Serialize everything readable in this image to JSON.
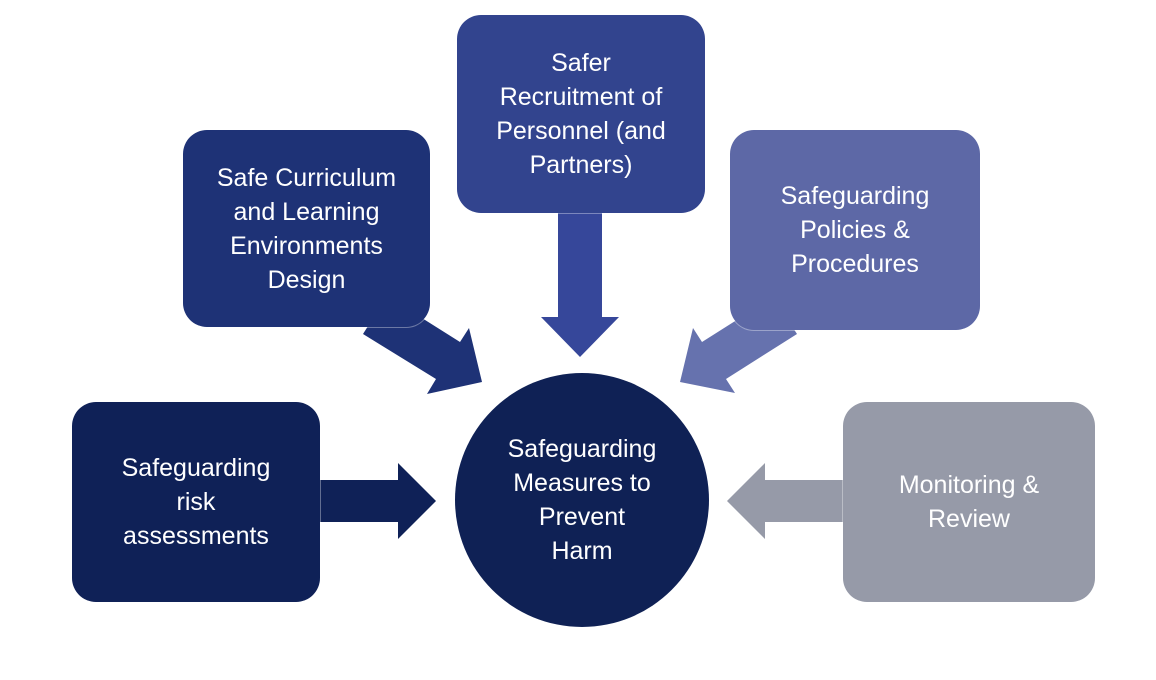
{
  "background_color": "#ffffff",
  "text_color": "#ffffff",
  "diagram": {
    "center": {
      "label": "Safeguarding Measures to Prevent Harm",
      "lines": [
        "Safeguarding",
        "Measures to",
        "Prevent",
        "Harm"
      ],
      "color": "#0f2155"
    },
    "nodes": [
      {
        "id": "safe-curriculum",
        "position": "top-left",
        "label": "Safe Curriculum and Learning Environments Design",
        "lines": [
          "Safe Curriculum",
          "and Learning",
          "Environments",
          "Design"
        ],
        "color": "#1e3276"
      },
      {
        "id": "safer-recruitment",
        "position": "top-center",
        "label": "Safer Recruitment of Personnel (and Partners)",
        "lines": [
          "Safer",
          "Recruitment of",
          "Personnel (and",
          "Partners)"
        ],
        "color": "#32448e"
      },
      {
        "id": "safeguarding-policies",
        "position": "top-right",
        "label": "Safeguarding Policies & Procedures",
        "lines": [
          "Safeguarding",
          "Policies &",
          "Procedures"
        ],
        "color": "#5d68a6"
      },
      {
        "id": "risk-assessments",
        "position": "middle-left",
        "label": "Safeguarding risk assessments",
        "lines": [
          "Safeguarding",
          "risk",
          "assessments"
        ],
        "color": "#0f2157"
      },
      {
        "id": "monitoring-review",
        "position": "middle-right",
        "label": "Monitoring & Review",
        "lines": [
          "Monitoring &",
          "Review"
        ],
        "color": "#969aa8"
      }
    ],
    "arrows": [
      {
        "from": "safe-curriculum",
        "to": "center",
        "direction": "down-right",
        "color": "#1e3276"
      },
      {
        "from": "safer-recruitment",
        "to": "center",
        "direction": "down",
        "color": "#36479a"
      },
      {
        "from": "safeguarding-policies",
        "to": "center",
        "direction": "down-left",
        "color": "#6672ae"
      },
      {
        "from": "risk-assessments",
        "to": "center",
        "direction": "right",
        "color": "#0f2157"
      },
      {
        "from": "monitoring-review",
        "to": "center",
        "direction": "left",
        "color": "#969aa8"
      }
    ]
  }
}
